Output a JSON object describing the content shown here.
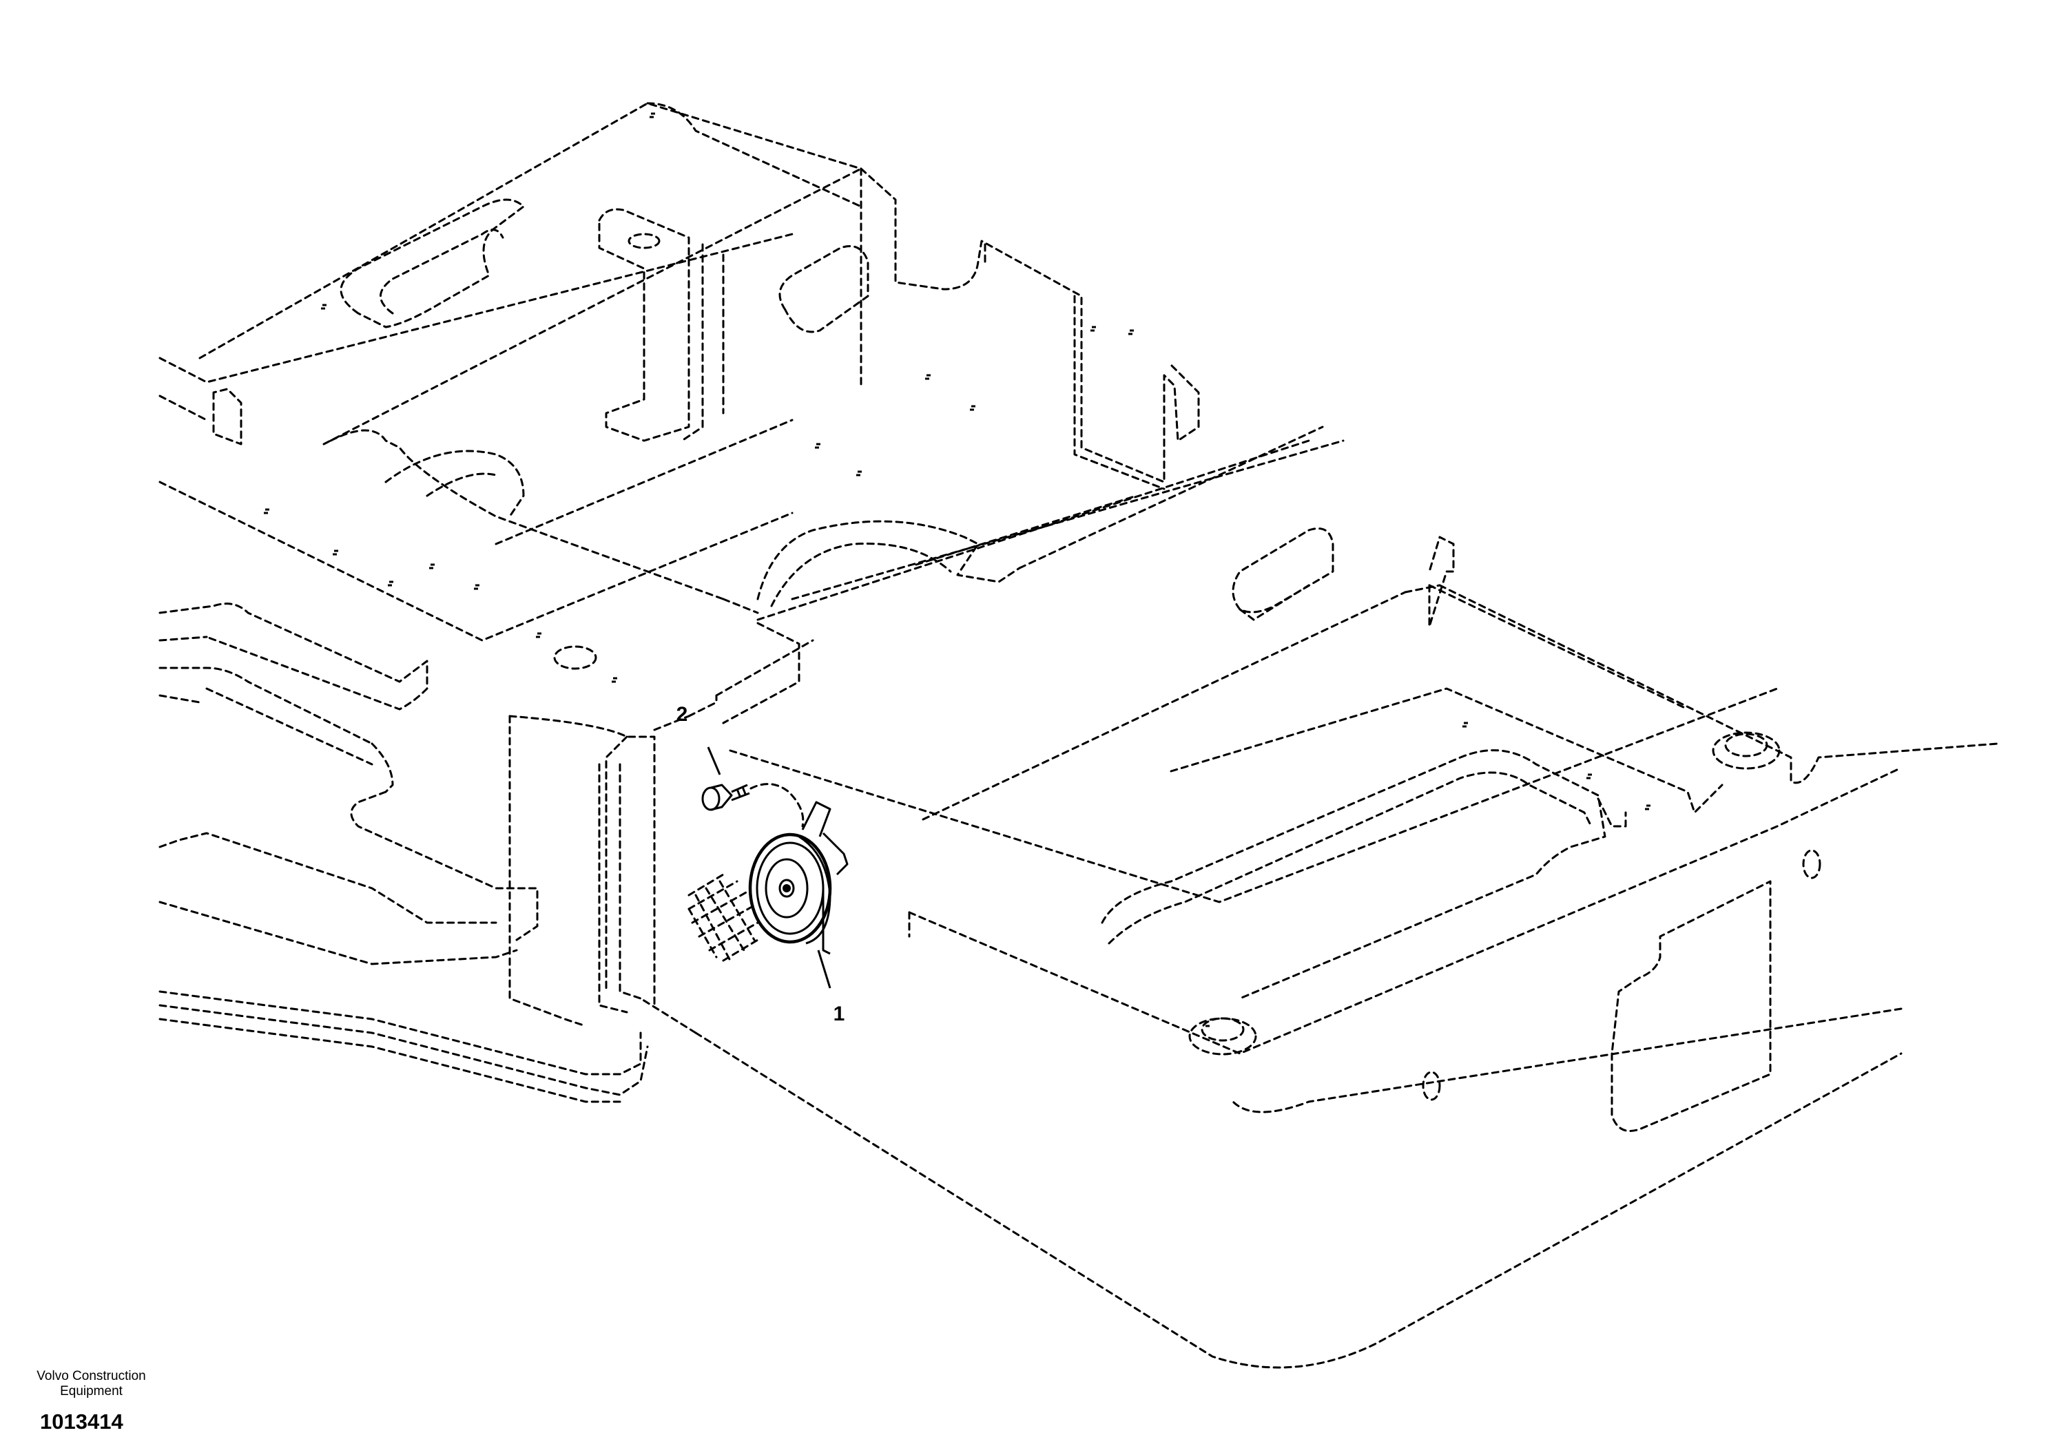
{
  "footer": {
    "company": "Volvo Construction\nEquipment",
    "document_number": "1013414"
  },
  "callouts": [
    {
      "number": "1",
      "part": "horn"
    },
    {
      "number": "2",
      "part": "screw"
    }
  ],
  "icons": {
    "horn": "horn-icon",
    "screw": "screw-icon",
    "mesh": "grille-icon"
  }
}
